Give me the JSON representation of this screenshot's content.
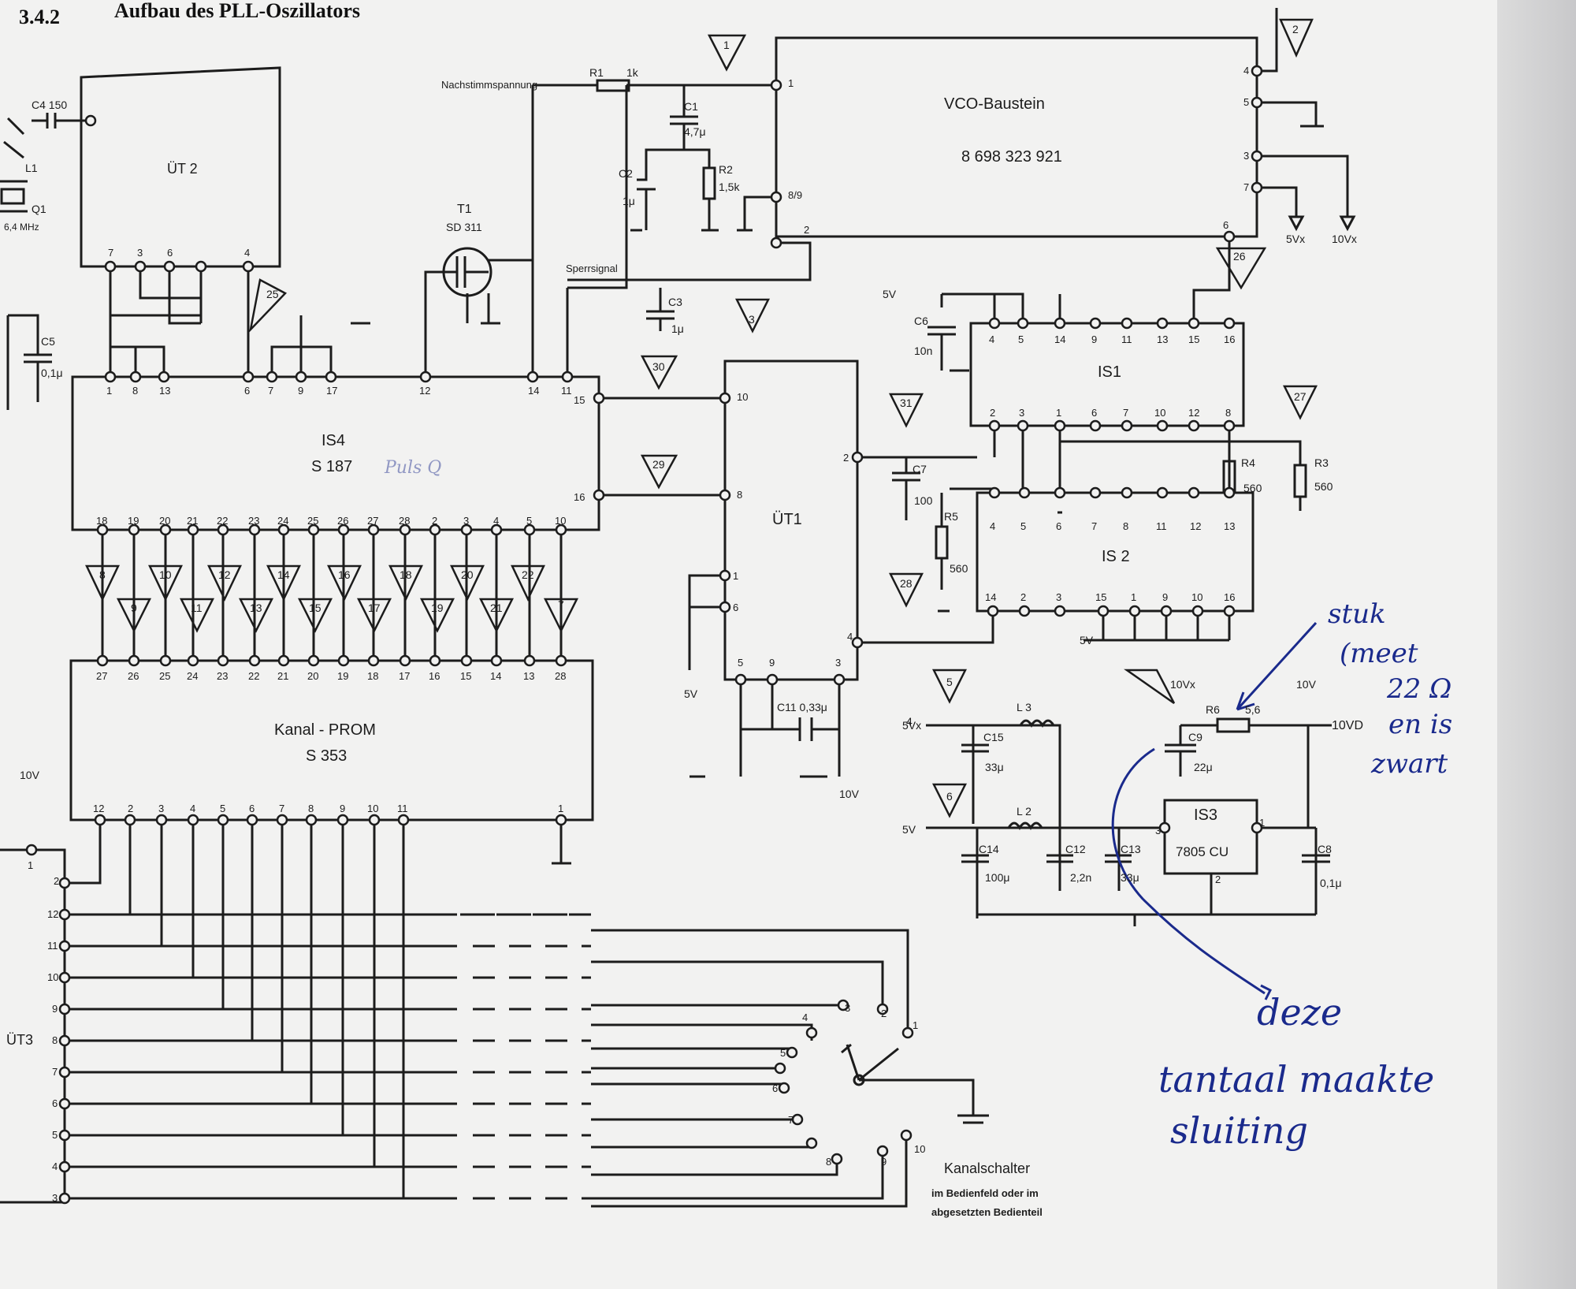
{
  "heading": {
    "number": "3.4.2",
    "title": "Aufbau des PLL-Oszillators"
  },
  "blocks": {
    "vco": {
      "name": "VCO-Baustein",
      "part": "8 698 323 921"
    },
    "ut2": {
      "name": "ÜT 2"
    },
    "is4": {
      "name": "IS4",
      "part": "S 187"
    },
    "ut1": {
      "name": "ÜT1"
    },
    "is1": {
      "name": "IS1"
    },
    "is2": {
      "name": "IS 2"
    },
    "prom": {
      "name": "Kanal - PROM",
      "part": "S 353"
    },
    "is3": {
      "name": "IS3",
      "part": "7805 CU"
    },
    "ut3": {
      "name": "ÜT3"
    }
  },
  "components": {
    "c4": "C4  150",
    "l1": "L1",
    "q1": "Q1",
    "q1_freq": "6,4 MHz",
    "c5": "C5",
    "c5_val": "0,1μ",
    "t1": "T1",
    "t1_part": "SD 311",
    "r1": "R1",
    "r1_val": "1k",
    "c1": "C1",
    "c1_val": "4,7μ",
    "c2": "C2",
    "c2_val": "1μ",
    "r2": "R2",
    "r2_val": "1,5k",
    "c3": "C3",
    "c3_val": "1μ",
    "c6": "C6",
    "c6_val": "10n",
    "c7": "C7",
    "c7_val": "100",
    "r5": "R5",
    "r5_val": "560",
    "r4": "R4",
    "r4_val": "560",
    "r3": "R3",
    "r3_val": "560",
    "c11": "C11 0,33μ",
    "l3": "L 3",
    "l2": "L 2",
    "c15": "C15",
    "c15_val": "33μ",
    "c14": "C14",
    "c14_val": "100μ",
    "c12": "C12",
    "c12_val": "2,2n",
    "c13": "C13",
    "c13_val": "33μ",
    "c9": "C9",
    "c9_val": "22μ",
    "r6": "R6",
    "r6_val": "5,6",
    "c8": "C8",
    "c8_val": "0,1μ"
  },
  "signals": {
    "nachstimm": "Nachstimmspannung",
    "sperr": "Sperrsignal",
    "v5": "5V",
    "v10": "10V",
    "v5x": "5Vx",
    "v10x": "10Vx",
    "v10d": "10VD"
  },
  "switch": {
    "title": "Kanalschalter",
    "line1": "im Bedienfeld oder im",
    "line2": "abgesetzten Bedienteil"
  },
  "testpoints": [
    "1",
    "2",
    "3",
    "4",
    "5",
    "6",
    "7",
    "8",
    "9",
    "10",
    "11",
    "12",
    "13",
    "14",
    "15",
    "16",
    "17",
    "18",
    "19",
    "20",
    "21",
    "22",
    "25",
    "26",
    "27",
    "28",
    "29",
    "30",
    "31"
  ],
  "pins": {
    "vco_left": [
      "1",
      "8/9",
      "2"
    ],
    "vco_right": [
      "4",
      "5",
      "3",
      "7",
      "6"
    ],
    "ut2": [
      "7",
      "3",
      "6",
      "4"
    ],
    "is4_top": [
      "1",
      "8",
      "13",
      "6",
      "7",
      "9",
      "17",
      "12",
      "14",
      "11"
    ],
    "is4_right": [
      "15",
      "16"
    ],
    "is4_bottom": [
      "18",
      "19",
      "20",
      "21",
      "22",
      "23",
      "24",
      "25",
      "26",
      "27",
      "28",
      "2",
      "3",
      "4",
      "5",
      "10"
    ],
    "prom_top": [
      "27",
      "26",
      "25",
      "24",
      "23",
      "22",
      "21",
      "20",
      "19",
      "18",
      "17",
      "16",
      "15",
      "14",
      "13",
      "28"
    ],
    "prom_bottom": [
      "12",
      "2",
      "3",
      "4",
      "5",
      "6",
      "7",
      "8",
      "9",
      "10",
      "11",
      "1"
    ],
    "is1_top": [
      "4",
      "5",
      "14",
      "9",
      "11",
      "13",
      "15",
      "16"
    ],
    "is1_bottom": [
      "2",
      "3",
      "1",
      "6",
      "7",
      "10",
      "12",
      "8"
    ],
    "is2_top": [
      "4",
      "5",
      "6",
      "7",
      "8",
      "11",
      "12",
      "13"
    ],
    "is2_bottom": [
      "14",
      "2",
      "3",
      "15",
      "1",
      "9",
      "10",
      "16"
    ],
    "ut1": [
      "10",
      "8",
      "1",
      "6",
      "5",
      "9",
      "3",
      "2",
      "4"
    ],
    "ut3": [
      "1",
      "2",
      "12",
      "11",
      "10",
      "9",
      "8",
      "7",
      "6",
      "5",
      "4",
      "3"
    ],
    "switch": [
      "1",
      "2",
      "3",
      "4",
      "5",
      "6",
      "7",
      "8",
      "9",
      "10"
    ],
    "is3": [
      "3",
      "1",
      "2"
    ]
  },
  "annotations": {
    "pencil": "Puls Q",
    "note1": [
      "stuk",
      "(meet",
      "22 Ω",
      "en is",
      "zwart"
    ],
    "note2": [
      "deze",
      "tantaal maakte",
      "sluiting"
    ]
  }
}
